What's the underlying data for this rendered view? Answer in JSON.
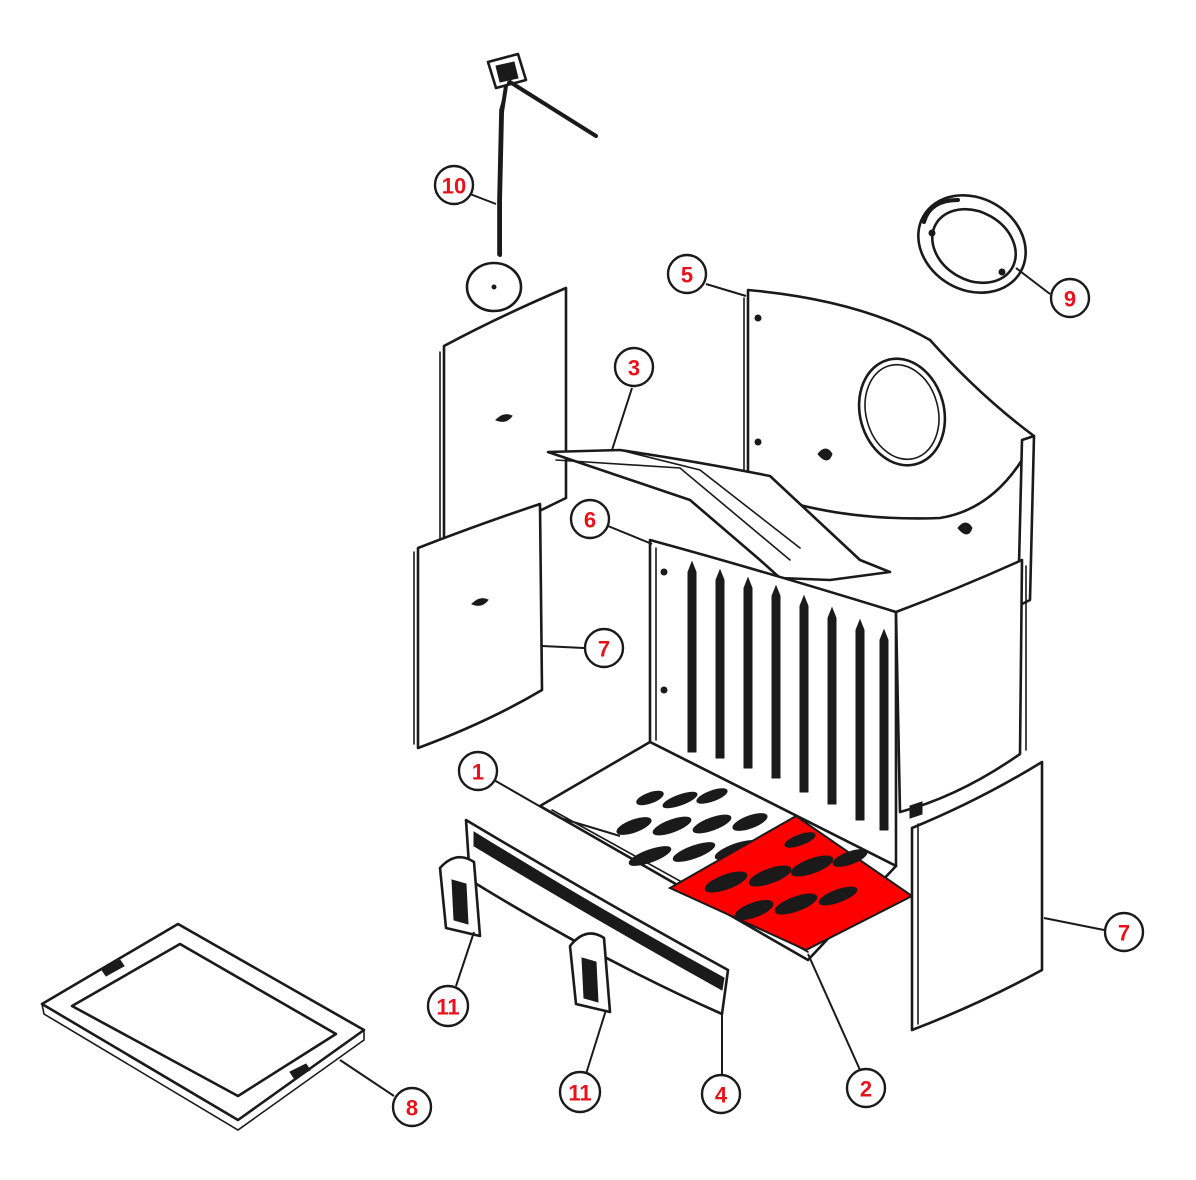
{
  "colors": {
    "outline": "#1a1a1a",
    "highlight": "#ff0000",
    "callout_text": "#e8131a",
    "background": "#ffffff"
  },
  "callouts": [
    {
      "id": "c10",
      "label": "10"
    },
    {
      "id": "c5",
      "label": "5"
    },
    {
      "id": "c9",
      "label": "9"
    },
    {
      "id": "c3",
      "label": "3"
    },
    {
      "id": "c6",
      "label": "6"
    },
    {
      "id": "c7a",
      "label": "7"
    },
    {
      "id": "c1",
      "label": "1"
    },
    {
      "id": "c7b",
      "label": "7"
    },
    {
      "id": "c11a",
      "label": "11"
    },
    {
      "id": "c11b",
      "label": "11"
    },
    {
      "id": "c4",
      "label": "4"
    },
    {
      "id": "c2",
      "label": "2"
    },
    {
      "id": "c8",
      "label": "8"
    }
  ]
}
